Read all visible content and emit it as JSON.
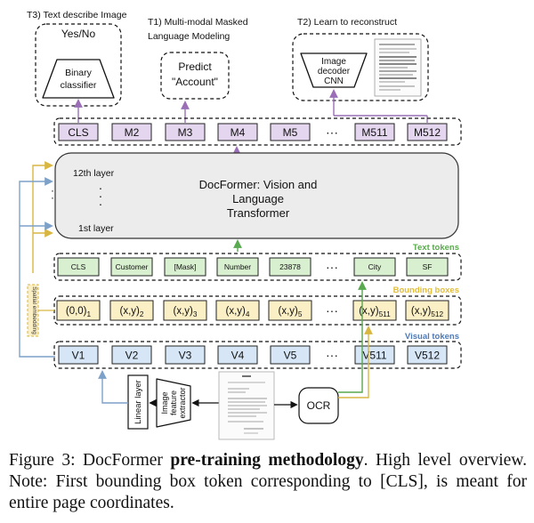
{
  "tasks": {
    "t3_label": "T3) Text describe Image",
    "t3_output": "Yes/No",
    "t3_classifier": "Binary classifier",
    "t1_label_line1": "T1) Multi-modal Masked",
    "t1_label_line2": "Language Modeling",
    "t1_output_line1": "Predict",
    "t1_output_line2": "\"Account\"",
    "t2_label": "T2) Learn to reconstruct",
    "t2_decoder_line1": "Image",
    "t2_decoder_line2": "decoder",
    "t2_decoder_line3": "CNN"
  },
  "output_tokens": [
    "CLS",
    "M2",
    "M3",
    "M4",
    "M5",
    "M511",
    "M512"
  ],
  "ellipsis": "···",
  "transformer": {
    "top_layer": "12th layer",
    "vdots": "·\n·\n·",
    "bottom_layer": "1st layer",
    "title_line1": "DocFormer: Vision and",
    "title_line2": "Language",
    "title_line3": "Transformer"
  },
  "text_tokens_label": "Text tokens",
  "text_tokens": [
    "CLS",
    "Customer",
    "[Mask]",
    "Number",
    "23878",
    "City",
    "SF"
  ],
  "bbox_label": "Bounding boxes",
  "bbox_tokens": [
    {
      "main": "(0,0)",
      "sub": "1"
    },
    {
      "main": "(x,y)",
      "sub": "2"
    },
    {
      "main": "(x,y)",
      "sub": "3"
    },
    {
      "main": "(x,y)",
      "sub": "4"
    },
    {
      "main": "(x,y)",
      "sub": "5"
    },
    {
      "main": "(x,y)",
      "sub": "511"
    },
    {
      "main": "(x,y)",
      "sub": "512"
    }
  ],
  "spatial_embedding": "Spatial embedding",
  "visual_tokens_label": "Visual tokens",
  "visual_tokens": [
    "V1",
    "V2",
    "V3",
    "V4",
    "V5",
    "V511",
    "V512"
  ],
  "linear_layer": "Linear layer",
  "feature_extractor_line1": "Image",
  "feature_extractor_line2": "feature",
  "feature_extractor_line3": "extractor",
  "ocr": "OCR",
  "colors": {
    "output_fill": "#e4d6ee",
    "text_fill": "#d8f0cf",
    "bbox_fill": "#fbefc5",
    "visual_fill": "#d6e6f7",
    "arrow_purple": "#9a6fb8",
    "arrow_green": "#58a94f",
    "arrow_gold": "#d8b640",
    "arrow_blue": "#7da1c9",
    "label_green": "#57ab4a",
    "label_gold": "#e1bd39",
    "label_blue": "#4d7ab8"
  },
  "caption": {
    "prefix": "Figure 3: DocFormer ",
    "bold": "pre-training methodology",
    "suffix": ". High level overview. Note: First bounding box token corresponding to [CLS], is meant for entire page coordinates."
  }
}
